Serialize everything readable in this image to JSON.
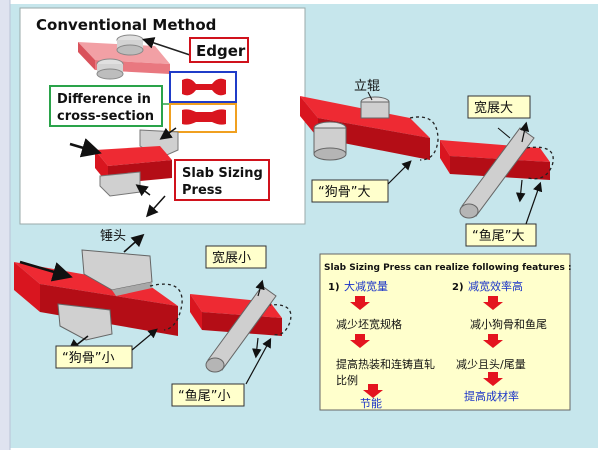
{
  "colors": {
    "background": "#ffffff",
    "slide_panel": "#c6e6ec",
    "left_bar": "#dfe3f0",
    "inset_bg": "#ffffff",
    "slab_red": "#e4141f",
    "slab_dark": "#a90c14",
    "die_gray": "#c9c9c9",
    "caption_yellow": "#ffffcc",
    "blue_text": "#1a33c8",
    "label_red_border": "#d0121c"
  },
  "inset": {
    "title": "Conventional Method",
    "edger_label": "Edger",
    "cross_section_label_line1": "Difference in",
    "cross_section_label_line2": "cross-section",
    "press_label_line1": "Slab Sizing",
    "press_label_line2": "Press"
  },
  "upper_diagrams": {
    "vertical_roll_label": "立辊",
    "dogbone_large_label": "“狗骨”大",
    "spread_large_label": "宽展大",
    "fishtail_large_label": "“鱼尾”大"
  },
  "lower_diagrams": {
    "hammer_label": "锤头",
    "dogbone_small_label": "“狗骨”小",
    "spread_small_label": "宽展小",
    "fishtail_small_label": "“鱼尾”小"
  },
  "features_box": {
    "title": "Slab Sizing Press can realize following features :",
    "left_column": {
      "heading_number": "1)",
      "heading_text": "大减宽量",
      "items": [
        "减少坯宽规格",
        "提高热装和连铸直轧比例",
        "节能"
      ]
    },
    "right_column": {
      "heading_number": "2)",
      "heading_text": "减宽效率高",
      "items": [
        "减小狗骨和鱼尾",
        "减少且头/尾量",
        "提高成材率"
      ]
    }
  }
}
